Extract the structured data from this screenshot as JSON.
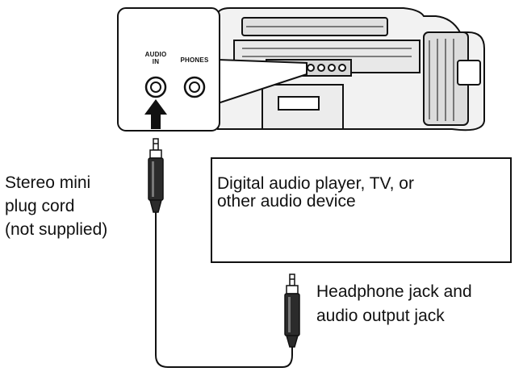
{
  "labels": {
    "audio_in_line1": "AUDIO",
    "audio_in_line2": "IN",
    "phones": "PHONES",
    "cord_line1": "Stereo mini",
    "cord_line2": "plug cord",
    "cord_line3": "(not supplied)",
    "device_line1": "Digital audio player, TV, or",
    "device_line2": "other audio device",
    "jack_line1": "Headphone jack and",
    "jack_line2": "audio output jack"
  },
  "colors": {
    "ink": "#111111",
    "shade": "#cfcfcf",
    "light": "#ededed"
  }
}
